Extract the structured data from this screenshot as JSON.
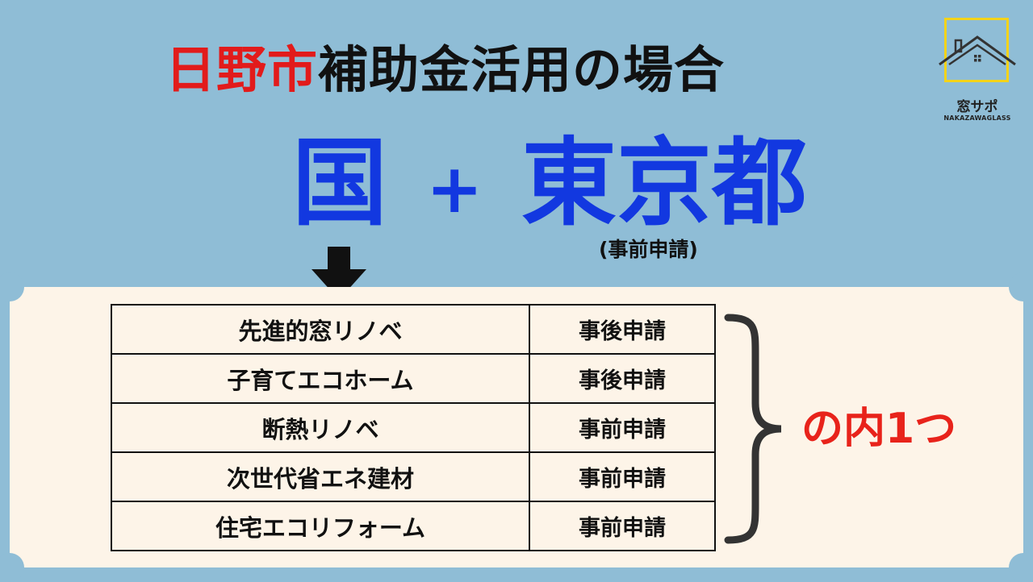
{
  "title": {
    "city": "日野市",
    "rest": "補助金活用の場合"
  },
  "logo": {
    "name_jp": "窓サポ",
    "name_en": "NAKAZAWAGLASS",
    "accent_color": "#f3d31a"
  },
  "headline": {
    "left": "国",
    "operator": "+",
    "right": "東京都",
    "right_note": "(事前申請)"
  },
  "table": {
    "rows": [
      {
        "program": "先進的窓リノベ",
        "timing": "事後申請"
      },
      {
        "program": "子育てエコホーム",
        "timing": "事後申請"
      },
      {
        "program": "断熱リノベ",
        "timing": "事前申請"
      },
      {
        "program": "次世代省エネ建材",
        "timing": "事前申請"
      },
      {
        "program": "住宅エコリフォーム",
        "timing": "事前申請"
      }
    ]
  },
  "choice_label": "の内1つ",
  "colors": {
    "background": "#8fbdd6",
    "panel": "#fdf4e8",
    "blue": "#1238e0",
    "red": "#e21b1b"
  }
}
